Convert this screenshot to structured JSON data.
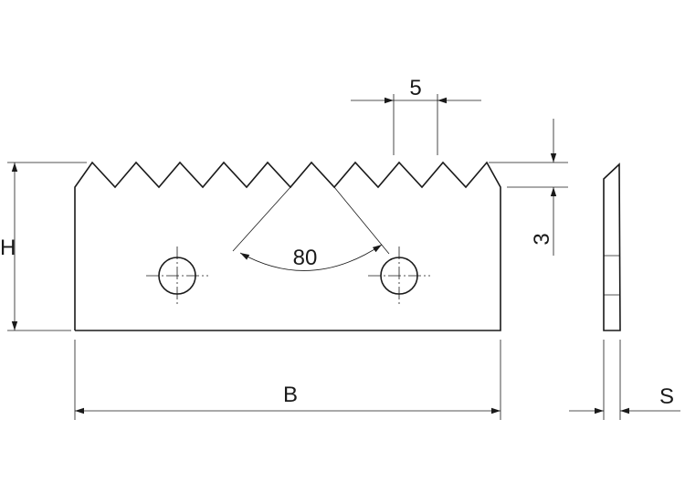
{
  "dimensions": {
    "tooth_pitch": "5",
    "tooth_depth": "3",
    "tooth_angle": "80",
    "height": "H",
    "width": "B",
    "thickness": "S"
  },
  "colors": {
    "line": "#1a1a1a",
    "background": "#ffffff"
  }
}
